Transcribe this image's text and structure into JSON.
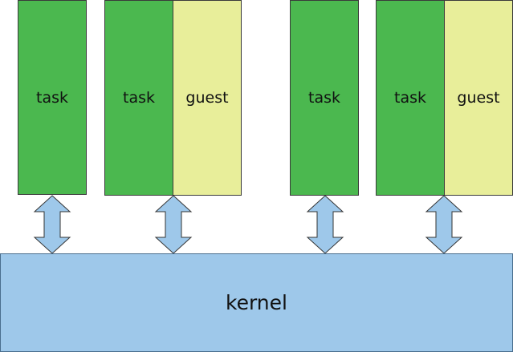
{
  "colors": {
    "task": "#4bb84f",
    "guest": "#e8ee9a",
    "kernel": "#9ec8ea",
    "arrow": "#9ec8ea"
  },
  "groups": [
    {
      "task_label": "task"
    },
    {
      "task_label": "task",
      "guest_label": "guest"
    },
    {
      "task_label": "task"
    },
    {
      "task_label": "task",
      "guest_label": "guest"
    }
  ],
  "kernel_label": "kernel"
}
